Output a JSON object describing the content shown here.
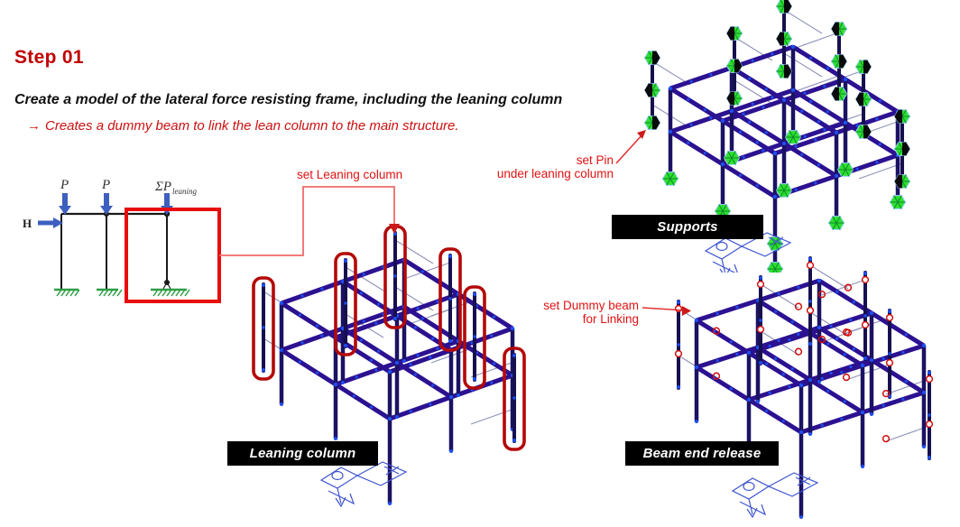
{
  "header": {
    "step": "Step 01",
    "title": "Create a model of the lateral force resisting frame, including the leaning column",
    "subtitle_arrow": "→",
    "subtitle": "Creates a dummy beam to link the lean column to the main structure."
  },
  "sketch": {
    "h_label": "H",
    "load1": "P",
    "load2": "P",
    "load3_main": "ΣP",
    "load3_sub": "leaning"
  },
  "annotations": {
    "set_leaning": "set Leaning column",
    "set_pin_line1": "set Pin",
    "set_pin_line2": "under leaning column",
    "set_dummy_line1": "set Dummy beam",
    "set_dummy_line2": "for Linking"
  },
  "models": {
    "supports": {
      "label": "Supports"
    },
    "leaning": {
      "label": "Leaning column"
    },
    "release": {
      "label": "Beam end release"
    }
  },
  "icons": {
    "axis_triad": "axis-triad-icon",
    "pin_support": "pin-support-hexagon-icon",
    "release_marker": "beam-end-release-circle-icon"
  },
  "colors": {
    "step_red": "#c00000",
    "text_red": "#cc1111",
    "annotation_red": "#e01212",
    "connector_red": "#f06a6a",
    "arrowhead_red": "#cc1a1a",
    "highlight_red": "#b40808",
    "box_red": "#e80c0c",
    "beam": "#2c1191",
    "column": "#1b1263",
    "lean_column": "#16104e",
    "node_blue": "#1d4ff0",
    "dummy_line": "#8f93b8",
    "support_green": "#2ee02e",
    "support_inner": "#0c8a2c",
    "support_black": "#0a0a0a",
    "hex_border": "#9ad0ff",
    "release_ring": "#d01010",
    "axis_blue": "#3f55d0",
    "sketch_line": "#1a1a1a",
    "sketch_blue": "#3d5fbf",
    "sketch_green": "#2f9e46",
    "label_bg": "#000000",
    "label_fg": "#ffffff"
  }
}
